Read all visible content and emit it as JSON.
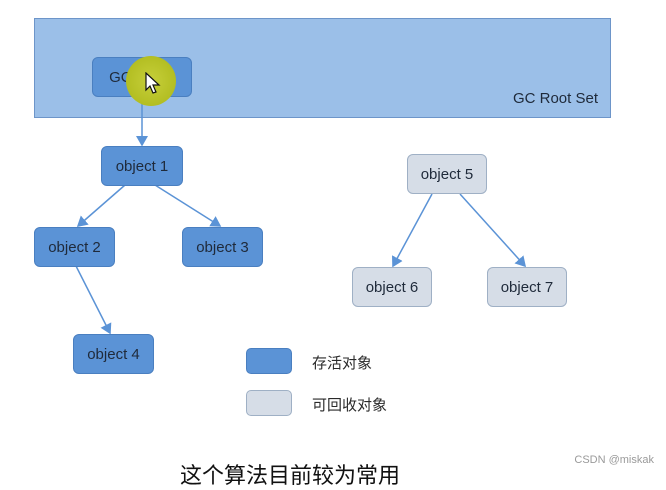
{
  "diagram": {
    "root_set_label": "GC Root Set",
    "gc_roots_label": "GC Roots",
    "nodes": {
      "object1": "object 1",
      "object2": "object 2",
      "object3": "object 3",
      "object4": "object 4",
      "object5": "object 5",
      "object6": "object 6",
      "object7": "object 7"
    },
    "legend": {
      "live_label": "存活对象",
      "collectable_label": "可回收对象"
    },
    "colors": {
      "live": "#5b93d6",
      "collectable": "#d6dde7",
      "root_set": "#9bbfe8",
      "edge": "#5b93d6"
    }
  },
  "caption": "这个算法目前较为常用",
  "watermark": "CSDN @miskak"
}
